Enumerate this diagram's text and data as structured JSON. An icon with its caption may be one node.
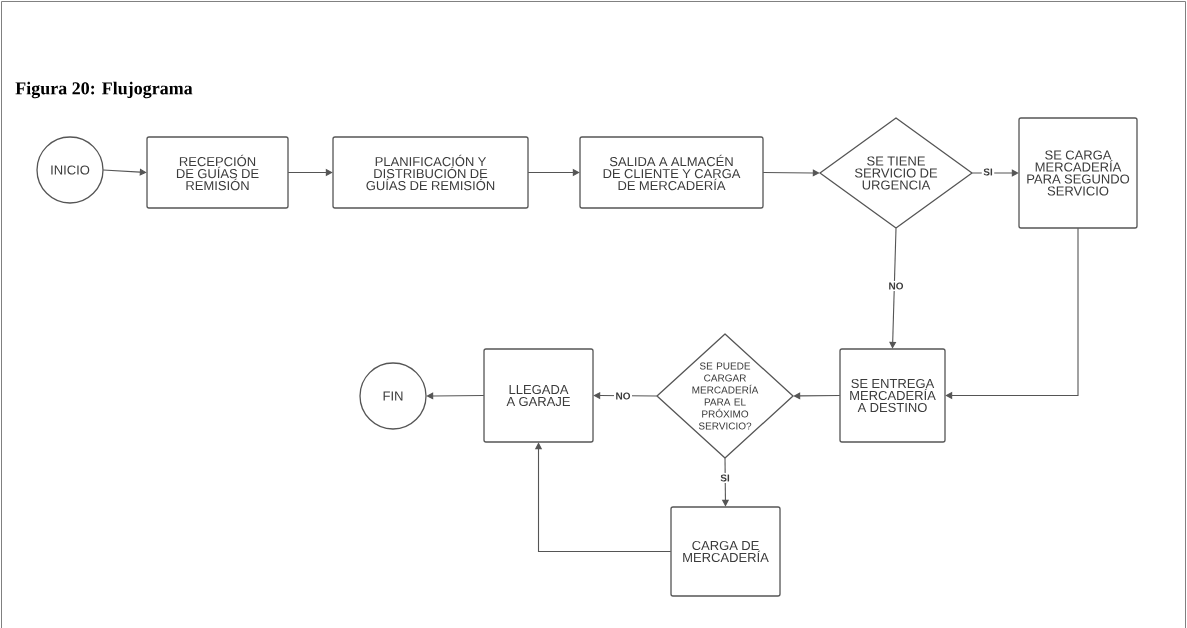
{
  "diagram": {
    "title": "Figura 20: Flujograma",
    "nodes": [
      {
        "text": [
          "INICIO"
        ]
      },
      {
        "text": [
          "RECEPCIÓN DE GUÍAS DE REMISIÓN"
        ]
      },
      {
        "text": [
          "PLANIFICACIÓN Y DISTRIBUCIÓN DE GUÍAS DE REMISIÓN"
        ]
      },
      {
        "text": [
          "SALIDA A ALMACÉN DE CLIENTE Y CARGA DE MERCADERÍA"
        ]
      },
      {
        "text": [
          "SE TIENE SERVICIO DE URGENCIA"
        ]
      },
      {
        "text": [
          "SE CARGA MERCADERÍA PARA SEGUNDO SERVICIO"
        ]
      },
      {
        "text": [
          "SE ENTREGA MERCADERÍA A DESTINO"
        ]
      },
      {
        "text": [
          "SE PUEDE CARGAR MERCADERÍA PARA EL PRÓXIMO SERVICIO?"
        ]
      },
      {
        "text": [
          "LLEGADA A GARAJE"
        ]
      },
      {
        "text": [
          "FIN"
        ]
      },
      {
        "text": [
          "CARGA DE MERCADERÍA"
        ]
      }
    ],
    "edges": [
      {
        "from": 0,
        "to": 1,
        "arrow": "to"
      },
      {
        "from": 1,
        "to": 2,
        "arrow": "to"
      },
      {
        "from": 2,
        "to": 3,
        "arrow": "to"
      },
      {
        "from": 3,
        "to": 4,
        "arrow": "to"
      },
      {
        "from": 4,
        "to": 5,
        "arrow": "to",
        "label": "SI"
      },
      {
        "from": 4,
        "to": 6,
        "arrow": "to",
        "label": "NO"
      },
      {
        "from": 5,
        "to": 6,
        "arrow": "to"
      },
      {
        "from": 6,
        "to": 7,
        "arrow": "to"
      },
      {
        "from": 7,
        "to": 8,
        "arrow": "to",
        "label": "NO"
      },
      {
        "from": 8,
        "to": 9,
        "arrow": "to"
      },
      {
        "from": 7,
        "to": 10,
        "arrow": "to",
        "label": "SI"
      },
      {
        "from": 10,
        "to": 8,
        "arrow": "to"
      }
    ]
  }
}
